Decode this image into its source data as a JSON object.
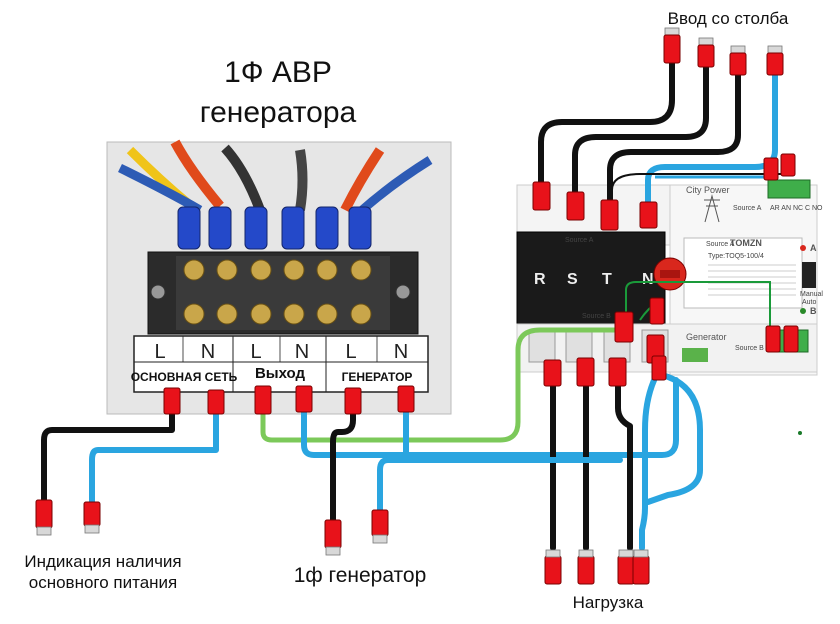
{
  "title": {
    "line1": "1Ф АВР",
    "line2": "генератора"
  },
  "labels": {
    "grid_input": "Ввод со столба",
    "indication": "Индикация наличия",
    "indication2": "основного питания",
    "generator_1ph": "1ф генератор",
    "load": "Нагрузка"
  },
  "terminal_strip": {
    "letters": [
      "L",
      "N",
      "L",
      "N",
      "L",
      "N"
    ],
    "group_main": "ОСНОВНАЯ СЕТЬ",
    "group_out": "Выход",
    "group_gen": "ГЕНЕРАТОР"
  },
  "device": {
    "city_power": "City Power",
    "source_a": "Source A",
    "source_b": "Source B",
    "generator": "Generator",
    "brand": "TOMZN",
    "model": "Type:TOQ5-100/4",
    "aux": "AR AN NC C NO",
    "phases": [
      "R",
      "S",
      "T",
      "N"
    ],
    "manual": "Manual",
    "auto": "Auto",
    "a_mark": "A",
    "b_mark": "B"
  },
  "colors": {
    "phase_wire": "#111111",
    "neutral_wire": "#2aa5e0",
    "output_wire": "#7cc95a",
    "lug": "#e8121a"
  }
}
